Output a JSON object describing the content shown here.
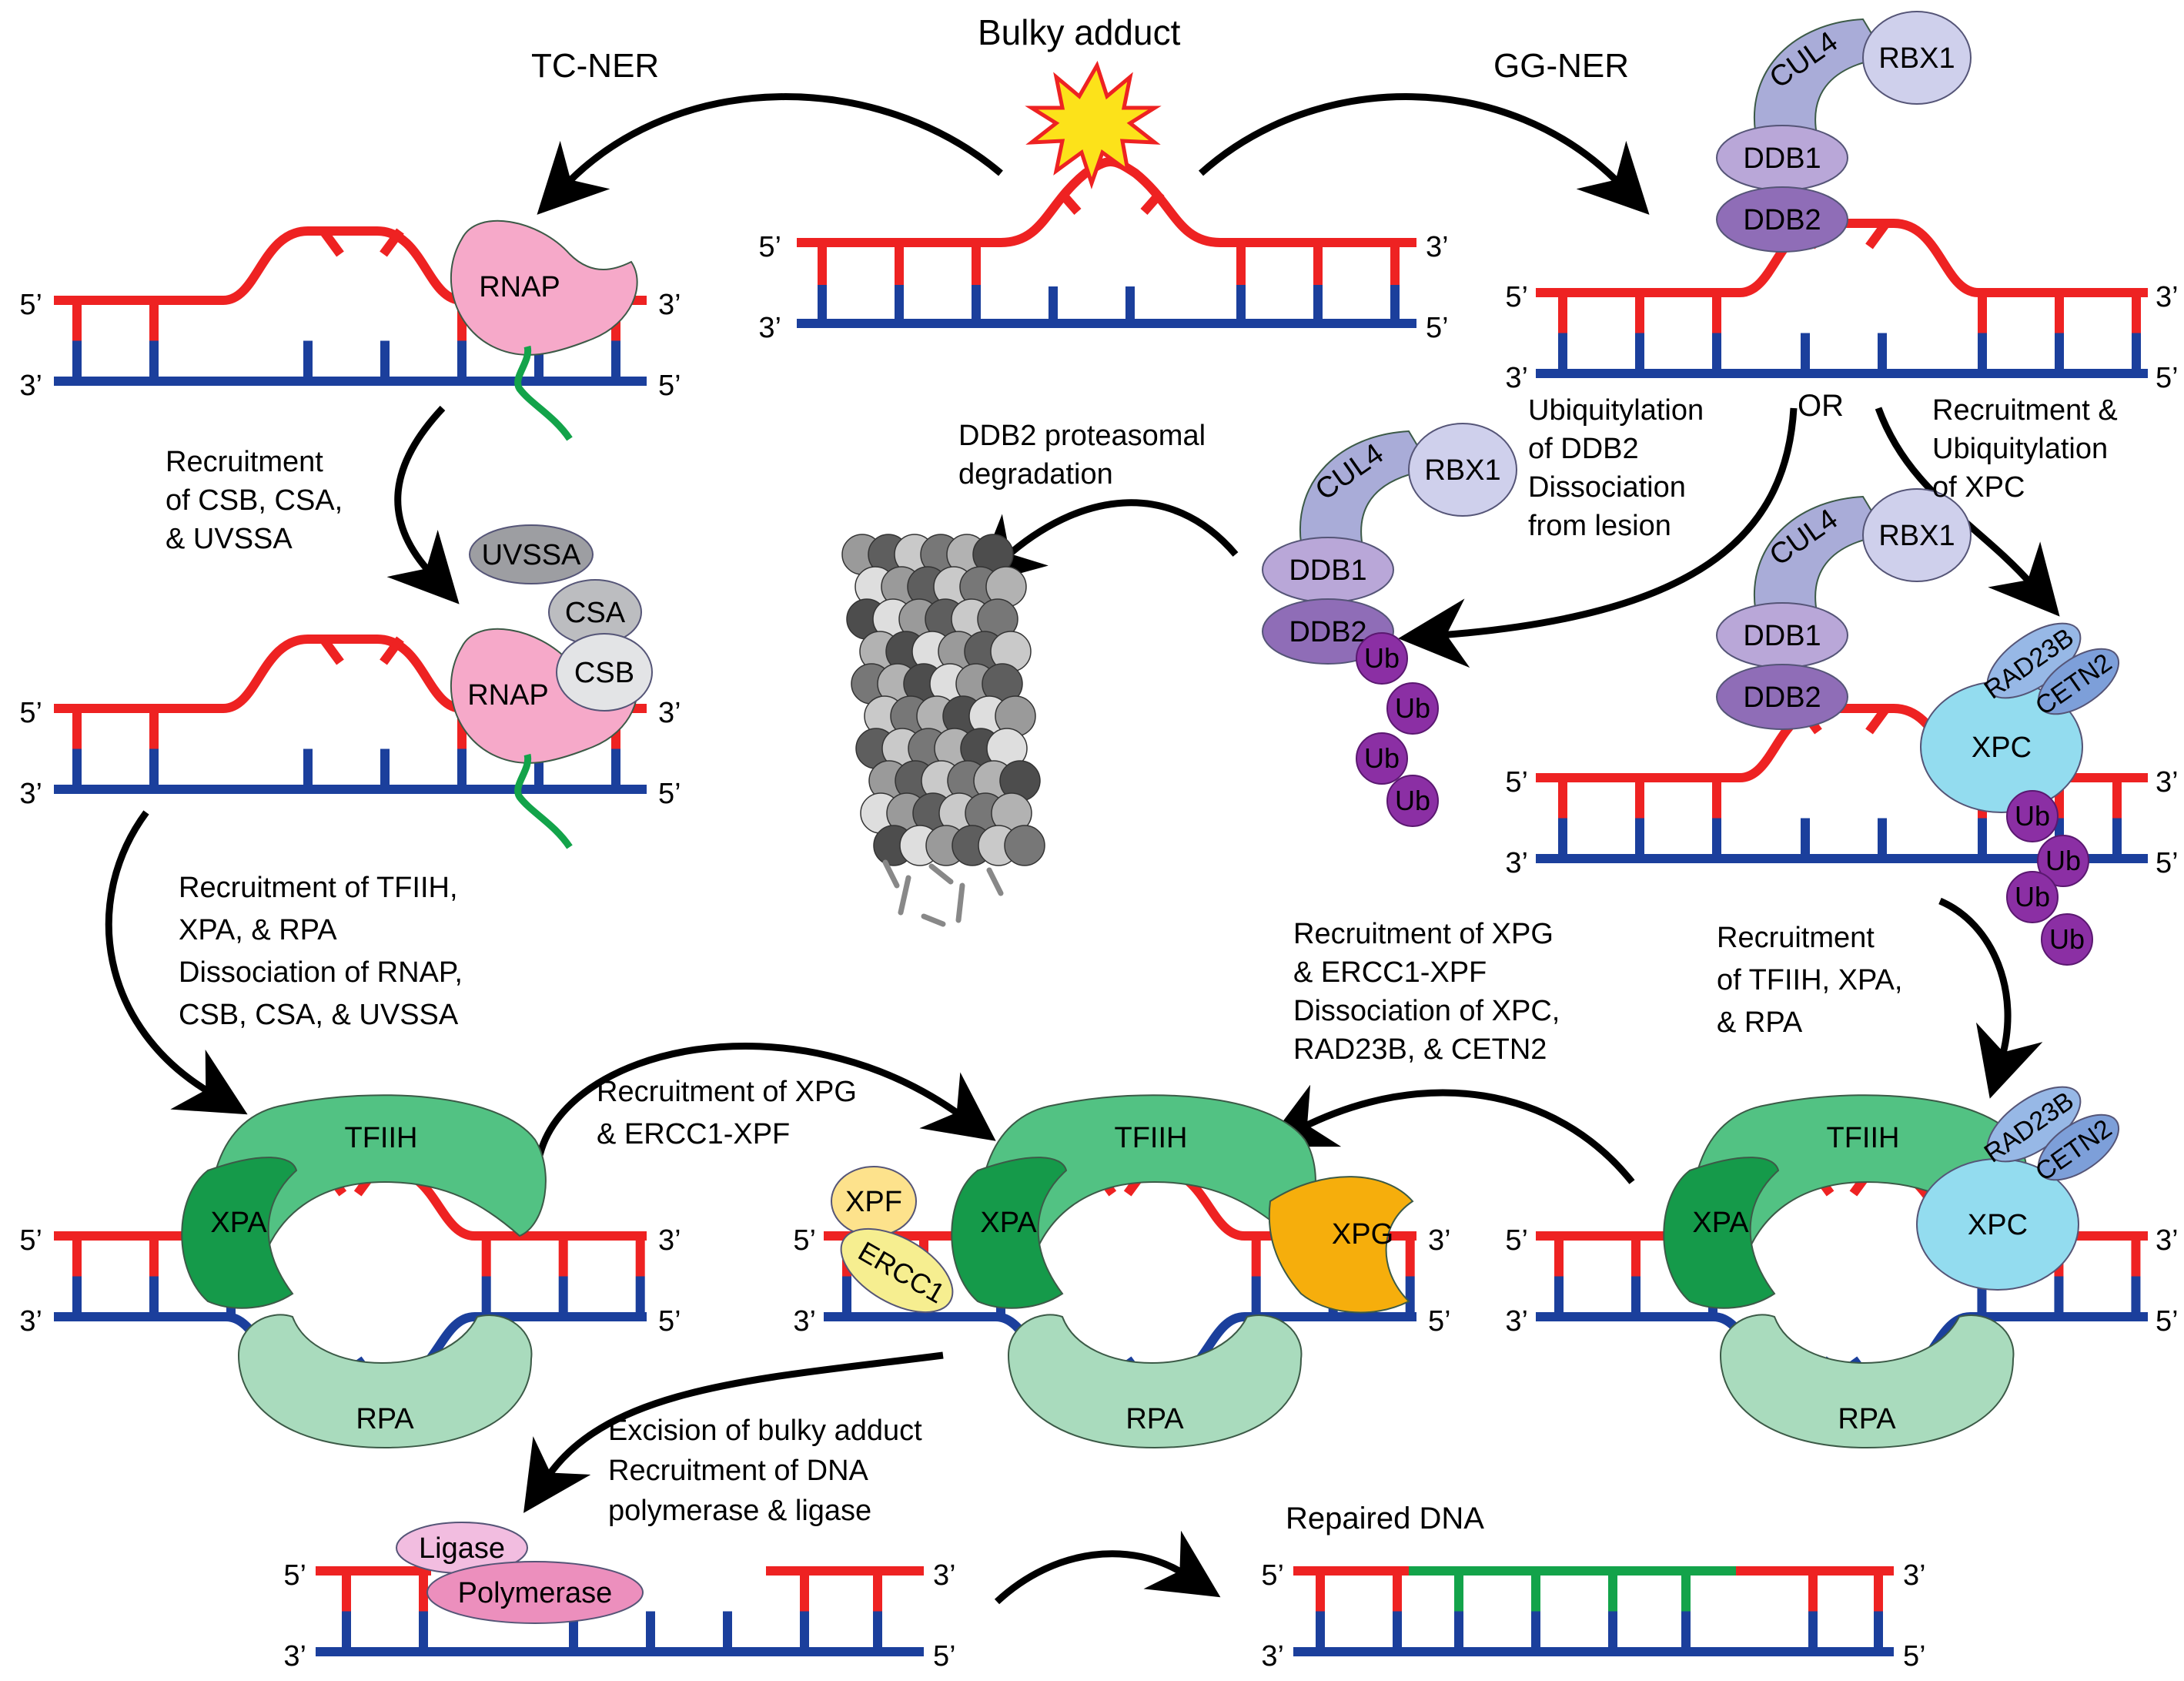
{
  "header": {
    "bulky_adduct": "Bulky adduct",
    "tc_ner": "TC-NER",
    "gg_ner": "GG-NER"
  },
  "ends": {
    "five": "5’",
    "three": "3’"
  },
  "proteins": {
    "rnap": "RNAP",
    "uvssa": "UVSSA",
    "csa": "CSA",
    "csb": "CSB",
    "cul4": "CUL4",
    "rbx1": "RBX1",
    "ddb1": "DDB1",
    "ddb2": "DDB2",
    "ub": "Ub",
    "rad23b": "RAD23B",
    "cetn2": "CETN2",
    "xpc": "XPC",
    "tfiih": "TFIIH",
    "xpa": "XPA",
    "rpa": "RPA",
    "xpf": "XPF",
    "ercc1": "ERCC1",
    "xpg": "XPG",
    "ligase": "Ligase",
    "polymerase": "Polymerase"
  },
  "steps": {
    "tc_recruit_csb": [
      "Recruitment",
      "of CSB, CSA,",
      "& UVSSA"
    ],
    "tc_recruit_tfiih": [
      "Recruitment of TFIIH,",
      "XPA, & RPA",
      "Dissociation of RNAP,",
      "CSB, CSA, & UVSSA"
    ],
    "tc_recruit_xpg": [
      "Recruitment of XPG",
      "& ERCC1-XPF"
    ],
    "ddb2_degradation": [
      "DDB2 proteasomal",
      "degradation"
    ],
    "ubiquitylation_ddb2": [
      "Ubiquitylation",
      "of DDB2",
      "Dissociation",
      "from lesion"
    ],
    "or": "OR",
    "recruit_xpc": [
      "Recruitment &",
      "Ubiquitylation",
      "of XPC"
    ],
    "gg_recruit_xpg": [
      "Recruitment of XPG",
      "& ERCC1-XPF",
      "Dissociation of XPC,",
      "RAD23B, & CETN2"
    ],
    "gg_recruit_tfiih": [
      "Recruitment",
      "of TFIIH, XPA,",
      "& RPA"
    ],
    "excision": [
      "Excision of bulky adduct",
      "Recruitment of DNA",
      "polymerase & ligase"
    ],
    "repaired": "Repaired DNA"
  },
  "colors": {
    "top_strand": "#ee2222",
    "bottom_strand": "#1b3f9c",
    "new_strand": "#13a34a",
    "arrow": "#000000",
    "rnap": "#f6a9c9",
    "uvssa": "#9d9ea2",
    "csa": "#bcbdc0",
    "csb": "#e3e4e6",
    "cul4": "#a9acd8",
    "rbx1": "#cfd0ec",
    "ddb1": "#b9a7d8",
    "ddb2": "#8f6db7",
    "ub": "#8b2fa4",
    "rad23b": "#97b8e6",
    "cetn2": "#7d9fd9",
    "xpc": "#93dcef",
    "tfiih": "#52c283",
    "xpa": "#159a4a",
    "rpa": "#a9dbbd",
    "xpf": "#fde28c",
    "ercc1": "#f6ee90",
    "xpg": "#f6ae0c",
    "ligase": "#f2bde0",
    "polymerase": "#ec8fbd",
    "lesion": "#fce21a"
  }
}
